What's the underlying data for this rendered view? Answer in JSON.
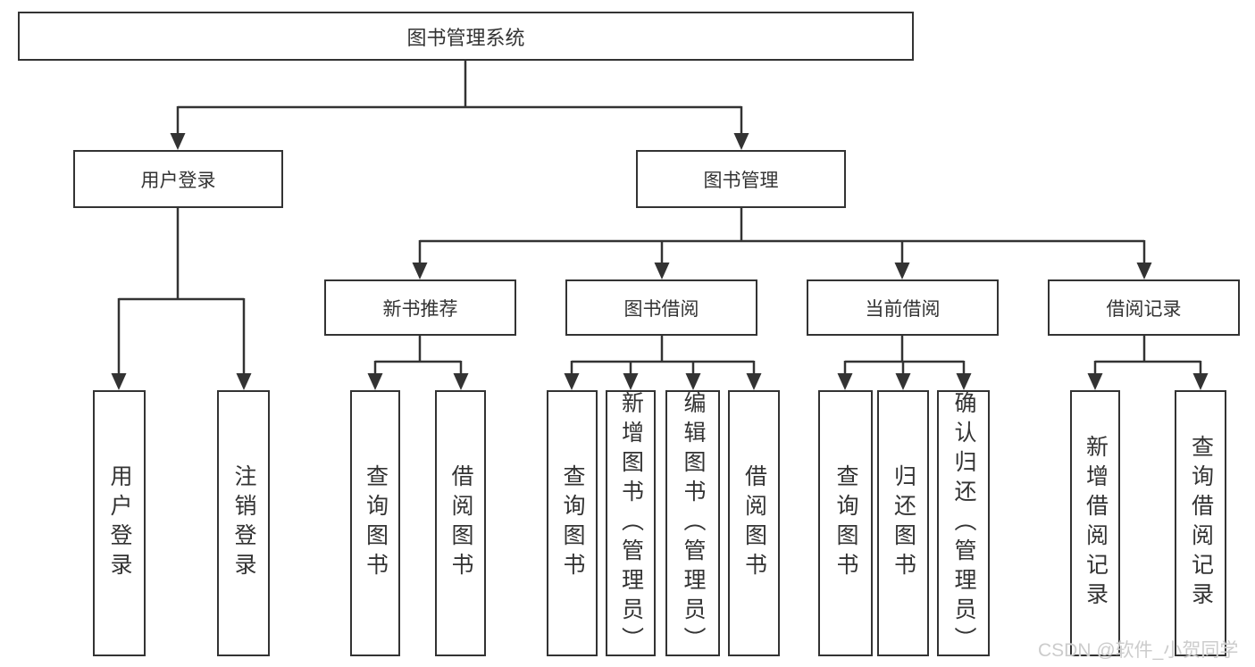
{
  "colors": {
    "line": "#333333",
    "text": "#333333",
    "background": "#ffffff",
    "watermark": "#cccccc"
  },
  "tree": {
    "root": {
      "label": "图书管理系统",
      "children": [
        {
          "label": "用户登录",
          "children": [
            {
              "label": "用户登录"
            },
            {
              "label": "注销登录"
            }
          ]
        },
        {
          "label": "图书管理",
          "children": [
            {
              "label": "新书推荐",
              "children": [
                {
                  "label": "查询图书"
                },
                {
                  "label": "借阅图书"
                }
              ]
            },
            {
              "label": "图书借阅",
              "children": [
                {
                  "label": "查询图书"
                },
                {
                  "label": "新增图书（管理员）"
                },
                {
                  "label": "编辑图书（管理员）"
                },
                {
                  "label": "借阅图书"
                }
              ]
            },
            {
              "label": "当前借阅",
              "children": [
                {
                  "label": "查询图书"
                },
                {
                  "label": "归还图书"
                },
                {
                  "label": "确认归还（管理员）"
                }
              ]
            },
            {
              "label": "借阅记录",
              "children": [
                {
                  "label": "新增借阅记录"
                },
                {
                  "label": "查询借阅记录"
                }
              ]
            }
          ]
        }
      ]
    }
  },
  "watermark": {
    "text": "CSDN @软件_小贺同学"
  }
}
